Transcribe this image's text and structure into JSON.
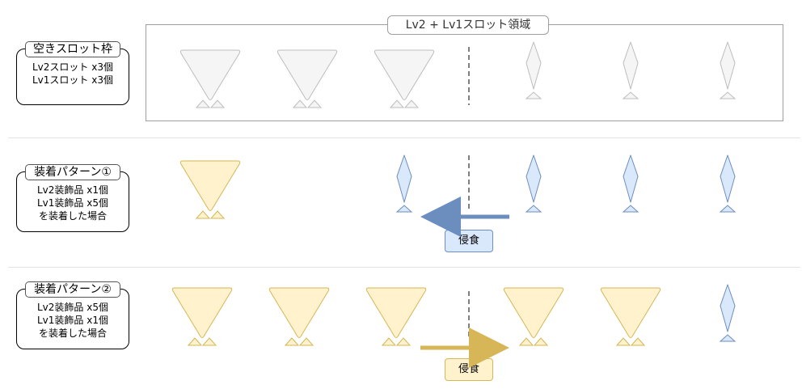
{
  "region_title": "Lv2 + Lv1スロット領域",
  "empty_note": {
    "title": "空きスロット枠",
    "lines": [
      "Lv2スロット x3個",
      "Lv1スロット x3個"
    ]
  },
  "pattern1": {
    "title": "装着パターン①",
    "lines": [
      "Lv2装飾品 x1個",
      "Lv1装飾品 x5個",
      "を装着した場合"
    ]
  },
  "pattern2": {
    "title": "装着パターン②",
    "lines": [
      "Lv2装飾品 x5個",
      "Lv1装飾品 x1個",
      "を装着した場合"
    ]
  },
  "erosion_label": "侵食",
  "colors": {
    "empty_fill": "#f5f5f5",
    "empty_stroke": "#bdbdbd",
    "lv2_fill": "#fff2cc",
    "lv2_stroke": "#d6b656",
    "lv1_fill": "#dae8fc",
    "lv1_stroke": "#6c8ebf",
    "arrow_blue": "#6c8ebf",
    "arrow_gold": "#d6b656"
  }
}
